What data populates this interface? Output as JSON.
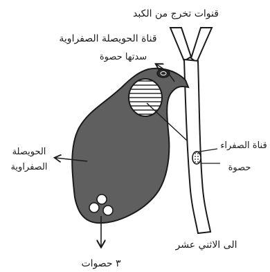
{
  "diagram": {
    "labels": {
      "top_ducts": "قنوات تخرج من الكبد",
      "cystic_duct_line1": "قناة الحويصلة الصفراوية",
      "cystic_duct_line2": "سدتها حصوة",
      "bile_duct": "قناة الصفراء",
      "stone": "حصوة",
      "gallbladder_line1": "الحويصلة",
      "gallbladder_line2": "الصفراوية",
      "duodenum": "الى الاثني عشر",
      "three_stones": "٣ حصوات"
    },
    "colors": {
      "ink": "#1a1a1a",
      "gallbladder_fill": "#5f5f5f",
      "stone_fill": "#ffffff"
    }
  }
}
